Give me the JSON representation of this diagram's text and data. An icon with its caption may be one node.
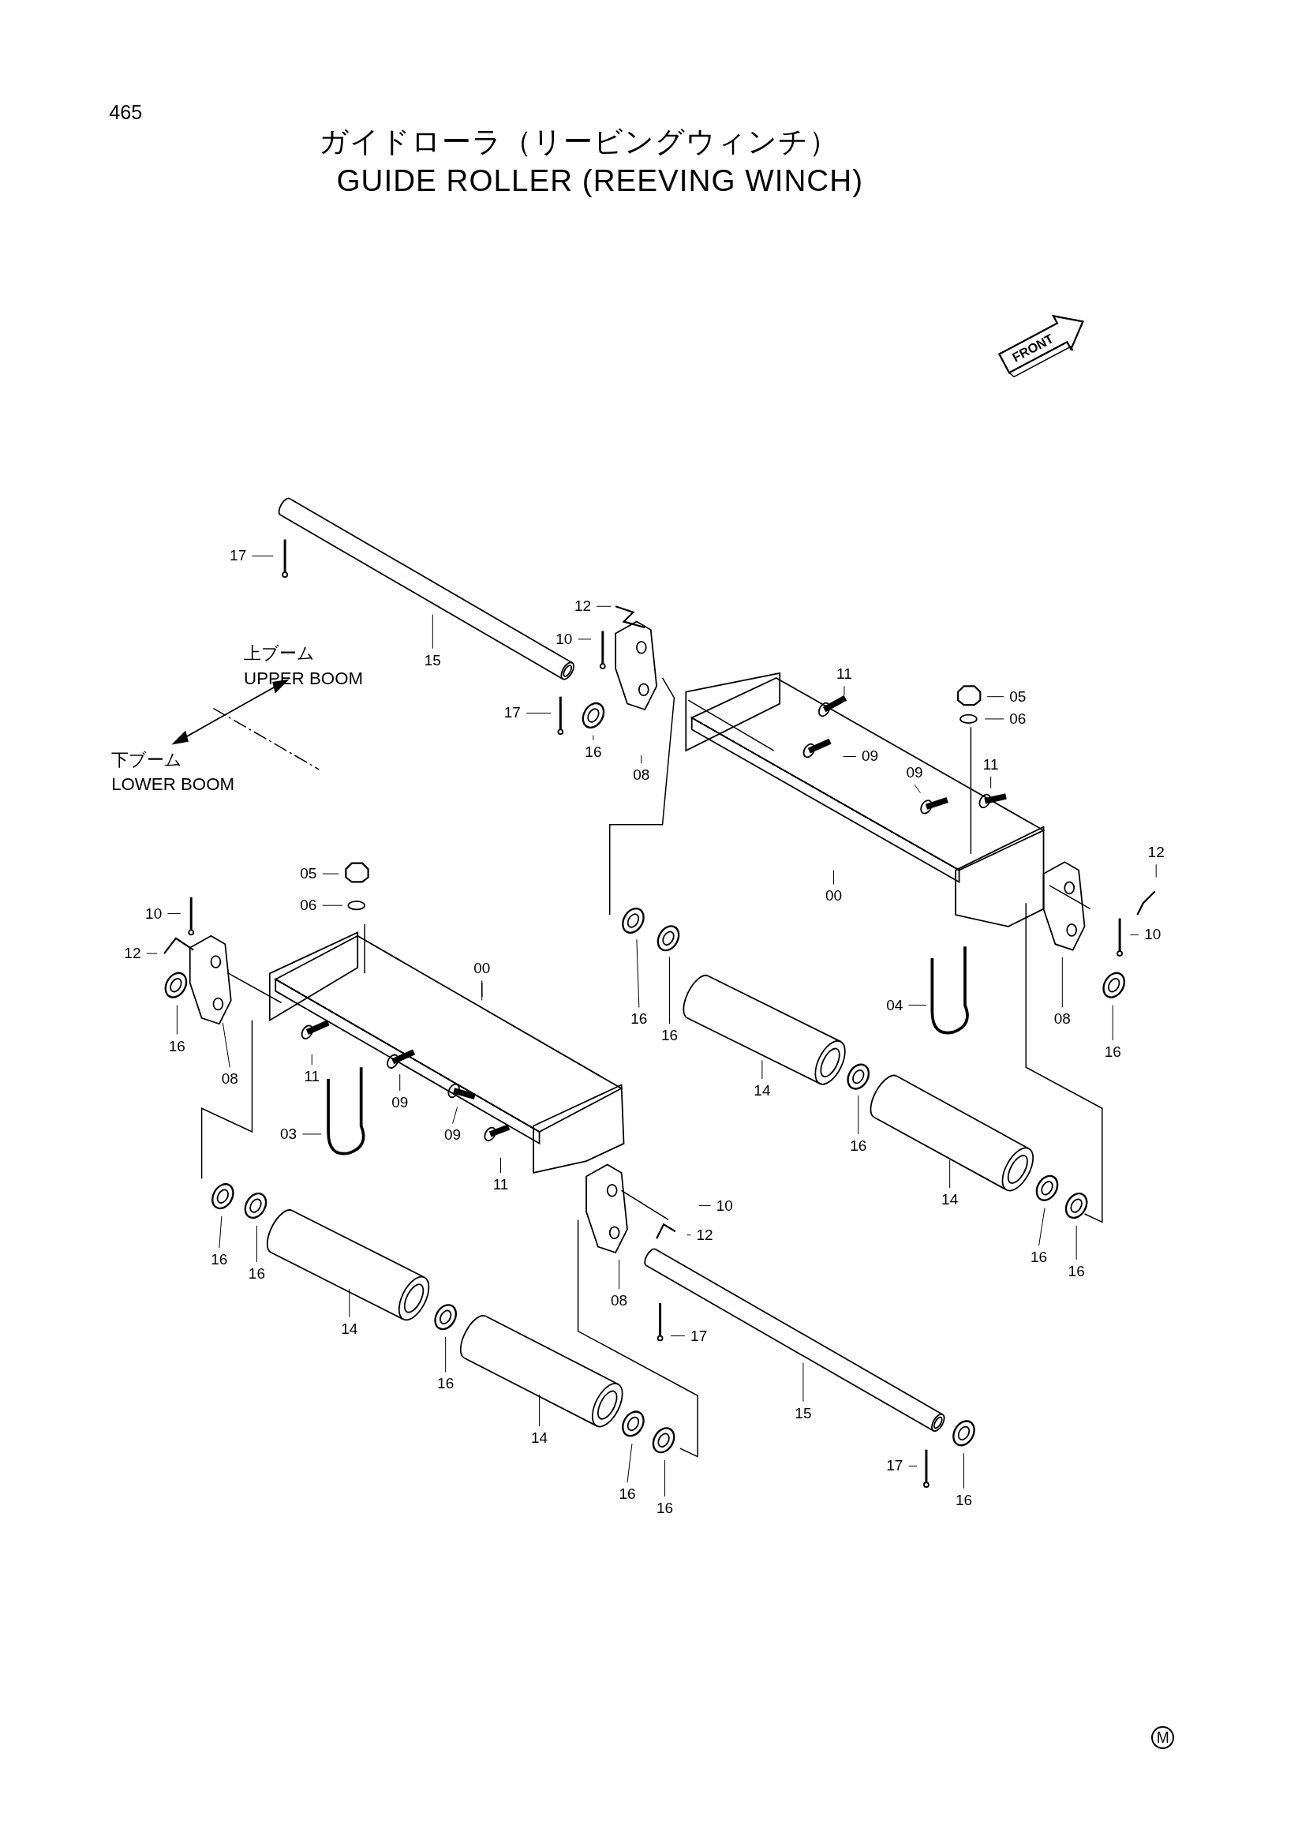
{
  "diagram": {
    "nodes": [
      {
        "text": [
          "17"
        ]
      },
      {
        "text": [
          "15"
        ]
      },
      {
        "text": [
          "12"
        ]
      },
      {
        "text": [
          "10"
        ]
      },
      {
        "text": [
          "17"
        ]
      },
      {
        "text": [
          "16"
        ]
      },
      {
        "text": [
          "08"
        ]
      },
      {
        "text": [
          "11"
        ]
      },
      {
        "text": [
          "05"
        ]
      },
      {
        "text": [
          "06"
        ]
      },
      {
        "text": [
          "09"
        ]
      },
      {
        "text": [
          "09"
        ]
      },
      {
        "text": [
          "11"
        ]
      },
      {
        "text": [
          "00"
        ]
      },
      {
        "text": [
          "12"
        ]
      },
      {
        "text": [
          "10"
        ]
      },
      {
        "text": [
          "16"
        ]
      },
      {
        "text": [
          "16"
        ]
      },
      {
        "text": [
          "04"
        ]
      },
      {
        "text": [
          "08"
        ]
      },
      {
        "text": [
          "16"
        ]
      },
      {
        "text": [
          "05"
        ]
      },
      {
        "text": [
          "06"
        ]
      },
      {
        "text": [
          "00"
        ]
      },
      {
        "text": [
          "10"
        ]
      },
      {
        "text": [
          "12"
        ]
      },
      {
        "text": [
          "16"
        ]
      },
      {
        "text": [
          "08"
        ]
      },
      {
        "text": [
          "11"
        ]
      },
      {
        "text": [
          "09"
        ]
      },
      {
        "text": [
          "03"
        ]
      },
      {
        "text": [
          "14"
        ]
      },
      {
        "text": [
          "16"
        ]
      },
      {
        "text": [
          "09"
        ]
      },
      {
        "text": [
          "11"
        ]
      },
      {
        "text": [
          "14"
        ]
      },
      {
        "text": [
          "10"
        ]
      },
      {
        "text": [
          "12"
        ]
      },
      {
        "text": [
          "16"
        ]
      },
      {
        "text": [
          "16"
        ]
      },
      {
        "text": [
          "16"
        ]
      },
      {
        "text": [
          "16"
        ]
      },
      {
        "text": [
          "08"
        ]
      },
      {
        "text": [
          "17"
        ]
      },
      {
        "text": [
          "14"
        ]
      },
      {
        "text": [
          "16"
        ]
      },
      {
        "text": [
          "15"
        ]
      },
      {
        "text": [
          "14"
        ]
      },
      {
        "text": [
          "17"
        ]
      },
      {
        "text": [
          "16"
        ]
      },
      {
        "text": [
          "16"
        ]
      },
      {
        "text": [
          "16"
        ]
      }
    ],
    "edges": [
      {
        "from": 0,
        "to": null,
        "arrow": "none"
      },
      {
        "from": 1,
        "to": null,
        "arrow": "none"
      },
      {
        "from": 2,
        "to": null,
        "arrow": "none"
      },
      {
        "from": 3,
        "to": null,
        "arrow": "none"
      },
      {
        "from": 4,
        "to": null,
        "arrow": "none"
      },
      {
        "from": 5,
        "to": null,
        "arrow": "none"
      },
      {
        "from": 6,
        "to": null,
        "arrow": "none"
      },
      {
        "from": 7,
        "to": null,
        "arrow": "none"
      },
      {
        "from": 8,
        "to": null,
        "arrow": "none"
      },
      {
        "from": 9,
        "to": null,
        "arrow": "none"
      },
      {
        "from": 10,
        "to": null,
        "arrow": "none"
      },
      {
        "from": 11,
        "to": null,
        "arrow": "none"
      },
      {
        "from": 12,
        "to": null,
        "arrow": "none"
      },
      {
        "from": 13,
        "to": null,
        "arrow": "none"
      },
      {
        "from": 14,
        "to": null,
        "arrow": "none"
      },
      {
        "from": 15,
        "to": null,
        "arrow": "none"
      },
      {
        "from": 16,
        "to": null,
        "arrow": "none"
      },
      {
        "from": 17,
        "to": null,
        "arrow": "none"
      },
      {
        "from": 18,
        "to": null,
        "arrow": "none"
      },
      {
        "from": 19,
        "to": null,
        "arrow": "none"
      },
      {
        "from": 20,
        "to": null,
        "arrow": "none"
      },
      {
        "from": 21,
        "to": null,
        "arrow": "none"
      },
      {
        "from": 22,
        "to": null,
        "arrow": "none"
      },
      {
        "from": 23,
        "to": null,
        "arrow": "none"
      },
      {
        "from": 24,
        "to": null,
        "arrow": "none"
      },
      {
        "from": 25,
        "to": null,
        "arrow": "none"
      },
      {
        "from": 26,
        "to": null,
        "arrow": "none"
      },
      {
        "from": 27,
        "to": null,
        "arrow": "none"
      },
      {
        "from": 28,
        "to": null,
        "arrow": "none"
      },
      {
        "from": 29,
        "to": null,
        "arrow": "none"
      },
      {
        "from": 30,
        "to": null,
        "arrow": "none"
      },
      {
        "from": 31,
        "to": null,
        "arrow": "none"
      },
      {
        "from": 32,
        "to": null,
        "arrow": "none"
      },
      {
        "from": 33,
        "to": null,
        "arrow": "none"
      },
      {
        "from": 34,
        "to": null,
        "arrow": "none"
      },
      {
        "from": 35,
        "to": null,
        "arrow": "none"
      },
      {
        "from": 36,
        "to": null,
        "arrow": "none"
      },
      {
        "from": 37,
        "to": null,
        "arrow": "none"
      },
      {
        "from": 38,
        "to": null,
        "arrow": "none"
      },
      {
        "from": 39,
        "to": null,
        "arrow": "none"
      },
      {
        "from": 40,
        "to": null,
        "arrow": "none"
      },
      {
        "from": 41,
        "to": null,
        "arrow": "none"
      },
      {
        "from": 42,
        "to": null,
        "arrow": "none"
      },
      {
        "from": 43,
        "to": null,
        "arrow": "none"
      },
      {
        "from": 44,
        "to": null,
        "arrow": "none"
      },
      {
        "from": 45,
        "to": null,
        "arrow": "none"
      },
      {
        "from": 46,
        "to": null,
        "arrow": "none"
      },
      {
        "from": 47,
        "to": null,
        "arrow": "none"
      },
      {
        "from": 48,
        "to": null,
        "arrow": "none"
      },
      {
        "from": 49,
        "to": null,
        "arrow": "none"
      },
      {
        "from": 50,
        "to": null,
        "arrow": "none"
      },
      {
        "from": 51,
        "to": null,
        "arrow": "none"
      }
    ],
    "labels": [
      "465",
      "ガイドローラ（リービングウィンチ）",
      "GUIDE ROLLER (REEVING WINCH)",
      "FRONT",
      "上ブーム",
      "UPPER BOOM",
      "下ブーム",
      "LOWER BOOM",
      "M"
    ]
  }
}
